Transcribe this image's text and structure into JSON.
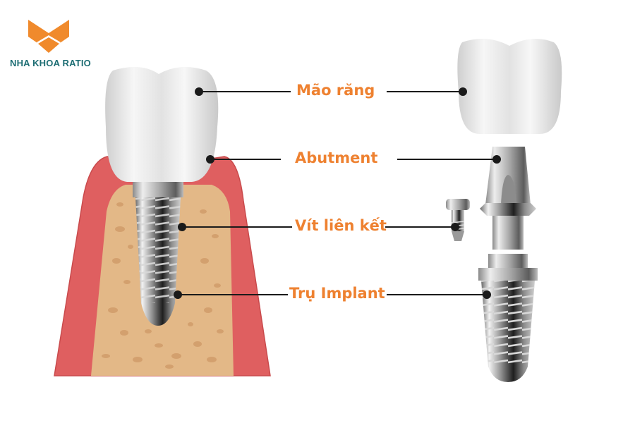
{
  "brand": {
    "name": "NHA KHOA RATIO",
    "logo_icon": "fox-head-logo-icon",
    "logo_color": "#F08A2C",
    "text_color": "#1E6E74"
  },
  "diagram": {
    "title_colors": {
      "label": "#EE8130",
      "leader_line": "#1A1A1A"
    },
    "colors": {
      "gum": "#DF5F60",
      "gum_edge": "#C94A4C",
      "bone": "#E3B887",
      "bone_pore": "#D3A06E",
      "crown": "#EDEDED",
      "metal_light": "#E8E8E8",
      "metal_dark": "#2A2A2A"
    },
    "labels": [
      {
        "id": "crown",
        "text": "Mão răng"
      },
      {
        "id": "abutment",
        "text": "Abutment"
      },
      {
        "id": "screw",
        "text": "Vít liên kết"
      },
      {
        "id": "implant",
        "text": "Trụ Implant"
      }
    ],
    "left_illustration": "assembled-dental-implant-in-jawbone",
    "right_illustration": "exploded-implant-components"
  }
}
